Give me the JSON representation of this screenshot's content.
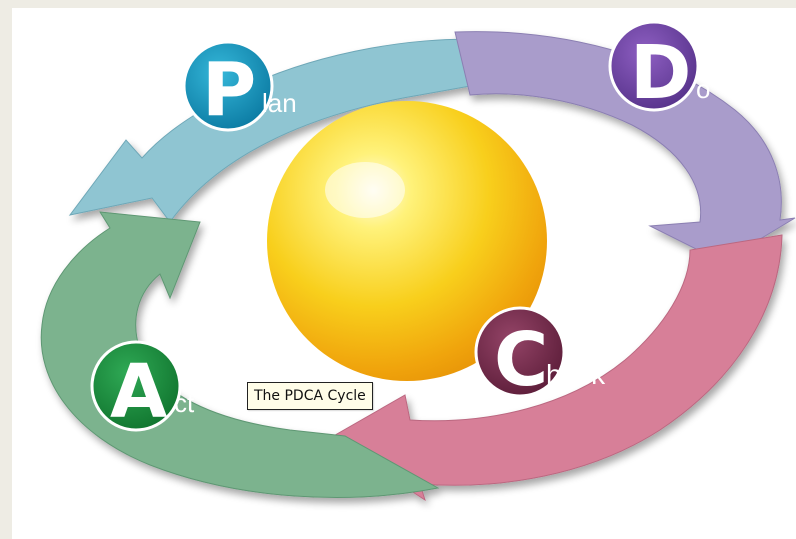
{
  "diagram": {
    "colors": {
      "plan": "#8fc5d2",
      "do": "#a99ccb",
      "check": "#d77f98",
      "act": "#7bb38e",
      "sphere": "#f3c21a"
    },
    "steps": [
      {
        "id": "plan",
        "letter": "P",
        "rest": "lan"
      },
      {
        "id": "do",
        "letter": "D",
        "rest": "o"
      },
      {
        "id": "check",
        "letter": "C",
        "rest": "heck"
      },
      {
        "id": "act",
        "letter": "A",
        "rest": "ct"
      }
    ]
  },
  "tooltip": {
    "text": "The PDCA Cycle"
  }
}
